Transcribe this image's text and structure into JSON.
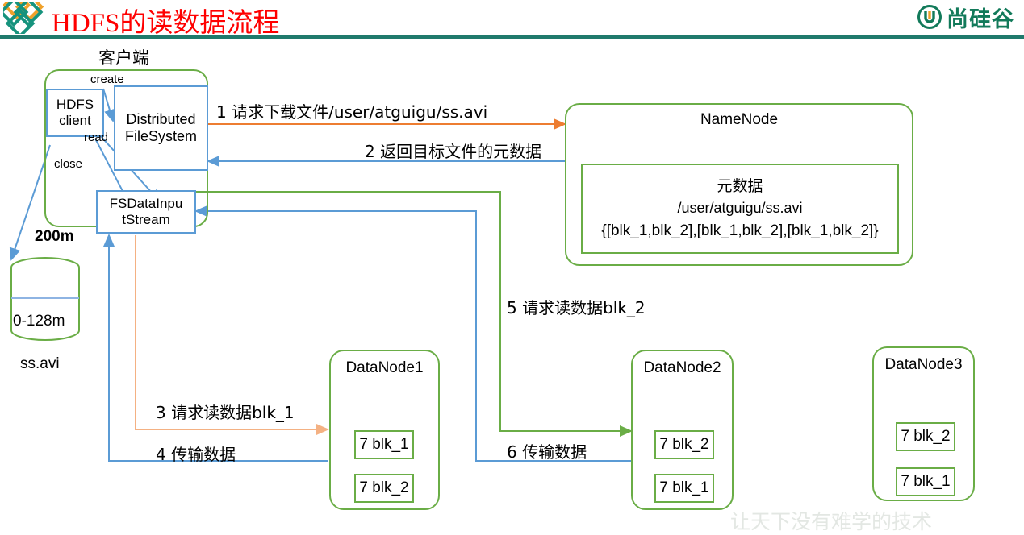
{
  "header": {
    "title": "HDFS的读数据流程",
    "brand": "尚硅谷",
    "title_color": "#ff0000",
    "rule_color": "#1f7a6c"
  },
  "colors": {
    "green": "#6aad46",
    "blue": "#5b9bd5",
    "orange": "#ed7d31",
    "orange_light": "#f4b183"
  },
  "client": {
    "label": "客户端",
    "hdfs_client": "HDFS\nclient",
    "hdfs_client_line1": "HDFS",
    "hdfs_client_line2": "client",
    "dfs_line1": "Distributed",
    "dfs_line2": "FileSystem",
    "stream_line1": "FSDataInpu",
    "stream_line2": "tStream",
    "edge_create": "create",
    "edge_read": "read",
    "edge_close": "close"
  },
  "storage": {
    "size_total": "200m",
    "block_label": "0-128m",
    "file_name": "ss.avi"
  },
  "namenode": {
    "title": "NameNode",
    "meta_title": "元数据",
    "meta_path": "/user/atguigu/ss.avi",
    "meta_blocks": "{[blk_1,blk_2],[blk_1,blk_2],[blk_1,blk_2]}"
  },
  "datanodes": [
    {
      "title": "DataNode1",
      "blocks": [
        "7 blk_1",
        "7 blk_2"
      ]
    },
    {
      "title": "DataNode2",
      "blocks": [
        "7 blk_2",
        "7 blk_1"
      ]
    },
    {
      "title": "DataNode3",
      "blocks": [
        "7 blk_2",
        "7 blk_1"
      ]
    }
  ],
  "steps": [
    {
      "n": "1",
      "text": "1 请求下载文件/user/atguigu/ss.avi",
      "color": "#ed7d31"
    },
    {
      "n": "2",
      "text": "2 返回目标文件的元数据",
      "color": "#5b9bd5"
    },
    {
      "n": "3",
      "text": "3 请求读数据blk_1",
      "color": "#f4b183"
    },
    {
      "n": "4",
      "text": "4 传输数据",
      "color": "#5b9bd5"
    },
    {
      "n": "5",
      "text": "5 请求读数据blk_2",
      "color": "#6aad46"
    },
    {
      "n": "6",
      "text": "6 传输数据",
      "color": "#6aad46"
    }
  ],
  "watermark": "让天下没有难学的技术"
}
